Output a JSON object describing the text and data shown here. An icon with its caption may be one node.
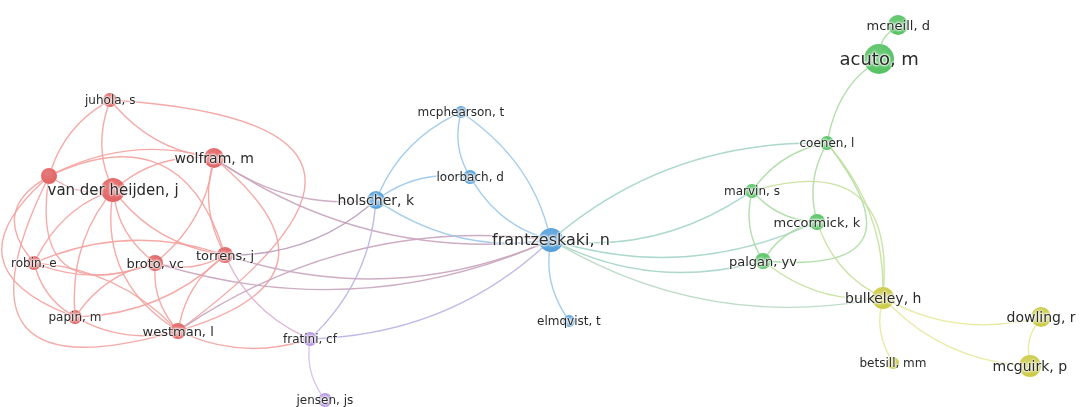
{
  "diagram": {
    "nodes": [
      {
        "text": [
          "juhola, s"
        ]
      },
      {
        "text": [
          "wolfram, m"
        ]
      },
      {
        "text": [],
        "shape": "circle"
      },
      {
        "text": [
          "van der heijden, j"
        ]
      },
      {
        "text": [
          "robin, e"
        ]
      },
      {
        "text": [
          "broto, vc"
        ]
      },
      {
        "text": [
          "torrens, j"
        ]
      },
      {
        "text": [
          "papin, m"
        ]
      },
      {
        "text": [
          "westman, l"
        ]
      },
      {
        "text": [
          "fratini, cf"
        ]
      },
      {
        "text": [
          "jensen, js"
        ]
      },
      {
        "text": [
          "mcphearson, t"
        ]
      },
      {
        "text": [
          "loorbach, d"
        ]
      },
      {
        "text": [
          "holscher, k"
        ]
      },
      {
        "text": [
          "frantzeskaki, n"
        ]
      },
      {
        "text": [
          "elmqvist, t"
        ]
      },
      {
        "text": [
          "mcneill, d"
        ]
      },
      {
        "text": [
          "acuto, m"
        ]
      },
      {
        "text": [
          "coenen, l"
        ]
      },
      {
        "text": [
          "marvin, s"
        ]
      },
      {
        "text": [
          "mccormick, k"
        ]
      },
      {
        "text": [
          "palgan, yv"
        ]
      },
      {
        "text": [
          "bulkeley, h"
        ]
      },
      {
        "text": [
          "dowling, r"
        ]
      },
      {
        "text": [
          "betsill, mm"
        ]
      },
      {
        "text": [
          "mcguirk, p"
        ]
      }
    ],
    "edges": [
      {
        "from": 0,
        "to": 1,
        "arrow": "none"
      },
      {
        "from": 0,
        "to": 2,
        "arrow": "none"
      },
      {
        "from": 0,
        "to": 3,
        "arrow": "none"
      },
      {
        "from": 0,
        "to": 8,
        "arrow": "none"
      },
      {
        "from": 1,
        "to": 2,
        "arrow": "none"
      },
      {
        "from": 1,
        "to": 3,
        "arrow": "none"
      },
      {
        "from": 1,
        "to": 5,
        "arrow": "none"
      },
      {
        "from": 1,
        "to": 6,
        "arrow": "none"
      },
      {
        "from": 1,
        "to": 8,
        "arrow": "none"
      },
      {
        "from": 1,
        "to": 13,
        "arrow": "none",
        "color": "#c9a3bd"
      },
      {
        "from": 1,
        "to": 14,
        "arrow": "none",
        "color": "#c9a3bd"
      },
      {
        "from": 2,
        "to": 3,
        "arrow": "none"
      },
      {
        "from": 2,
        "to": 4,
        "arrow": "none"
      },
      {
        "from": 2,
        "to": 5,
        "arrow": "none"
      },
      {
        "from": 2,
        "to": 6,
        "arrow": "none"
      },
      {
        "from": 2,
        "to": 7,
        "arrow": "none"
      },
      {
        "from": 2,
        "to": 8,
        "arrow": "none"
      },
      {
        "from": 3,
        "to": 4,
        "arrow": "none"
      },
      {
        "from": 3,
        "to": 5,
        "arrow": "none"
      },
      {
        "from": 3,
        "to": 6,
        "arrow": "none"
      },
      {
        "from": 3,
        "to": 7,
        "arrow": "none"
      },
      {
        "from": 3,
        "to": 8,
        "arrow": "none"
      },
      {
        "from": 4,
        "to": 5,
        "arrow": "none"
      },
      {
        "from": 4,
        "to": 6,
        "arrow": "none"
      },
      {
        "from": 4,
        "to": 7,
        "arrow": "none"
      },
      {
        "from": 4,
        "to": 8,
        "arrow": "none"
      },
      {
        "from": 5,
        "to": 6,
        "arrow": "none"
      },
      {
        "from": 5,
        "to": 7,
        "arrow": "none"
      },
      {
        "from": 5,
        "to": 8,
        "arrow": "none"
      },
      {
        "from": 5,
        "to": 14,
        "arrow": "none",
        "color": "#c9a3bd"
      },
      {
        "from": 6,
        "to": 7,
        "arrow": "none"
      },
      {
        "from": 6,
        "to": 8,
        "arrow": "none"
      },
      {
        "from": 6,
        "to": 9,
        "arrow": "none",
        "color": "#dcaed0"
      },
      {
        "from": 6,
        "to": 13,
        "arrow": "none",
        "color": "#b99ab8"
      },
      {
        "from": 6,
        "to": 14,
        "arrow": "none",
        "color": "#c9a3bd"
      },
      {
        "from": 7,
        "to": 8,
        "arrow": "none"
      },
      {
        "from": 8,
        "to": 9,
        "arrow": "none"
      },
      {
        "from": 8,
        "to": 14,
        "arrow": "none",
        "color": "#c9a3bd"
      },
      {
        "from": 9,
        "to": 10,
        "arrow": "none",
        "color": "#d6c0ee"
      },
      {
        "from": 9,
        "to": 13,
        "arrow": "none",
        "color": "#b8b4e6"
      },
      {
        "from": 9,
        "to": 14,
        "arrow": "none",
        "color": "#b8b4e6"
      },
      {
        "from": 11,
        "to": 12,
        "arrow": "none",
        "color": "#9ac8ea"
      },
      {
        "from": 11,
        "to": 13,
        "arrow": "none",
        "color": "#9ac8ea"
      },
      {
        "from": 11,
        "to": 14,
        "arrow": "none",
        "color": "#9ac8ea"
      },
      {
        "from": 12,
        "to": 13,
        "arrow": "none",
        "color": "#9ac8ea"
      },
      {
        "from": 12,
        "to": 14,
        "arrow": "none",
        "color": "#9ac8ea"
      },
      {
        "from": 13,
        "to": 14,
        "arrow": "none",
        "color": "#9ac8ea"
      },
      {
        "from": 14,
        "to": 15,
        "arrow": "none",
        "color": "#9ac8ea"
      },
      {
        "from": 14,
        "to": 18,
        "arrow": "none",
        "color": "#a3d4c8"
      },
      {
        "from": 14,
        "to": 19,
        "arrow": "none",
        "color": "#a3d4c8"
      },
      {
        "from": 14,
        "to": 20,
        "arrow": "none",
        "color": "#a3d4c8"
      },
      {
        "from": 14,
        "to": 21,
        "arrow": "none",
        "color": "#a3d4c8"
      },
      {
        "from": 14,
        "to": 22,
        "arrow": "none",
        "color": "#b6d8c0"
      },
      {
        "from": 16,
        "to": 17,
        "arrow": "none",
        "color": "#a8dca0"
      },
      {
        "from": 17,
        "to": 18,
        "arrow": "none",
        "color": "#a8dca0"
      },
      {
        "from": 18,
        "to": 19,
        "arrow": "none",
        "color": "#a8dca0"
      },
      {
        "from": 18,
        "to": 20,
        "arrow": "none",
        "color": "#a8dca0"
      },
      {
        "from": 18,
        "to": 21,
        "arrow": "none",
        "color": "#a8dca0"
      },
      {
        "from": 18,
        "to": 22,
        "arrow": "none",
        "color": "#c4e09a"
      },
      {
        "from": 19,
        "to": 20,
        "arrow": "none",
        "color": "#a8dca0"
      },
      {
        "from": 19,
        "to": 21,
        "arrow": "none",
        "color": "#a8dca0"
      },
      {
        "from": 19,
        "to": 22,
        "arrow": "none",
        "color": "#c4e09a"
      },
      {
        "from": 20,
        "to": 21,
        "arrow": "none",
        "color": "#a8dca0"
      },
      {
        "from": 20,
        "to": 22,
        "arrow": "none",
        "color": "#c4e09a"
      },
      {
        "from": 21,
        "to": 22,
        "arrow": "none",
        "color": "#c4e09a"
      },
      {
        "from": 22,
        "to": 23,
        "arrow": "none",
        "color": "#e8e89c"
      },
      {
        "from": 22,
        "to": 24,
        "arrow": "none",
        "color": "#e8e89c"
      },
      {
        "from": 22,
        "to": 25,
        "arrow": "none",
        "color": "#e8e89c"
      },
      {
        "from": 23,
        "to": 25,
        "arrow": "none",
        "color": "#e8e89c"
      }
    ]
  }
}
